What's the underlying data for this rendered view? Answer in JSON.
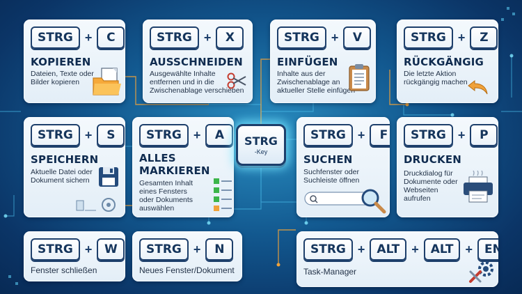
{
  "center_key": {
    "main": "STRG",
    "sub": "-Key"
  },
  "cards": {
    "copy": {
      "keys": [
        "STRG",
        "C"
      ],
      "title": "KOPIEREN",
      "desc": [
        "Dateien, Texte oder",
        "Bilder kopieren"
      ]
    },
    "cut": {
      "keys": [
        "STRG",
        "X"
      ],
      "title": "AUSSCHNEIDEN",
      "desc": [
        "Ausgewählte Inhalte",
        "entfernen und in die",
        "Zwischenablage verschieben"
      ]
    },
    "paste": {
      "keys": [
        "STRG",
        "V"
      ],
      "title": "EINFÜGEN",
      "desc": [
        "Inhalte aus der",
        "Zwischenablage an",
        "aktueller Stelle einfügen"
      ]
    },
    "undo": {
      "keys": [
        "STRG",
        "Z"
      ],
      "title": "RÜCKGÄNGIG",
      "desc": [
        "Die letzte Aktion",
        "rückgängig machen"
      ]
    },
    "save": {
      "keys": [
        "STRG",
        "S"
      ],
      "title": "SPEICHERN",
      "desc": [
        "Aktuelle Datei oder",
        "Dokument sichern"
      ]
    },
    "select_all": {
      "keys": [
        "STRG",
        "A"
      ],
      "title": [
        "ALLES",
        "MARKIEREN"
      ],
      "desc": [
        "Gesamten Inhalt",
        "eines Fensters",
        "oder Dokuments",
        "auswählen"
      ]
    },
    "find": {
      "keys": [
        "STRG",
        "F"
      ],
      "title": "SUCHEN",
      "desc": [
        "Suchfenster oder",
        "Suchleiste öffnen"
      ]
    },
    "print": {
      "keys": [
        "STRG",
        "P"
      ],
      "title": "DRUCKEN",
      "desc": [
        "Druckdialog für",
        "Dokumente oder",
        "Webseiten",
        "aufrufen"
      ]
    },
    "close": {
      "keys": [
        "STRG",
        "W"
      ],
      "desc": "Fenster schließen"
    },
    "new": {
      "keys": [
        "STRG",
        "N"
      ],
      "desc": "Neues Fenster/Dokument"
    },
    "task_manager": {
      "keys": [
        "STRG",
        "ALT",
        "ALT",
        "ENTF"
      ],
      "desc": "Task-Manager"
    }
  },
  "plus_sign": "+",
  "colors": {
    "accent_orange": "#f0a23a",
    "key_border": "#1d3f6b",
    "glow": "#7ee6ff",
    "background": "#12588f"
  }
}
